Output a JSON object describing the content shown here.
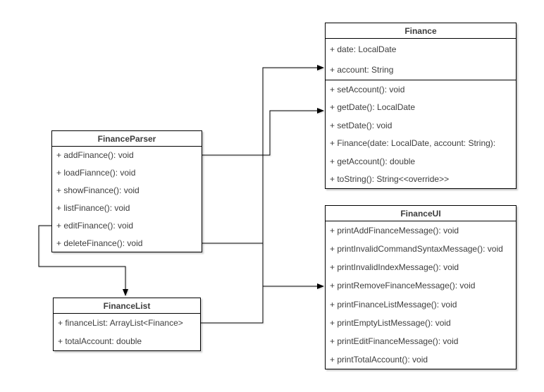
{
  "diagram": {
    "kind": "uml-class-diagram",
    "classes": [
      {
        "title": "FinanceParser",
        "attributes": [],
        "methods": [
          "+ addFinance(): void",
          "+ loadFiannce(): void",
          "+ showFinance(): void",
          "+ listFinance(): void",
          "+ editFinance(): void",
          "+ deleteFinance(): void"
        ]
      },
      {
        "title": "Finance",
        "attributes": [
          "+ date: LocalDate",
          "+ account: String"
        ],
        "methods": [
          "+ setAccount(): void",
          "+ getDate(): LocalDate",
          "+ setDate(): void",
          "+ Finance(date: LocalDate, account: String):",
          "+ getAccount(): double",
          "+ toString(): String<<override>>"
        ]
      },
      {
        "title": "FinanceUI",
        "attributes": [],
        "methods": [
          "+ printAddFinanceMessage(): void",
          "+ printInvalidCommandSyntaxMessage(): void",
          "+ printInvalidIndexMessage(): void",
          "+ printRemoveFinanceMessage(): void",
          "+ printFinanceListMessage(): void",
          "+ printEmptyListMessage(): void",
          "+ printEditFinanceMessage(): void",
          "+ printTotalAccount(): void"
        ]
      },
      {
        "title": "FinanceList",
        "attributes": [
          "+ financeList: ArrayList<Finance>",
          "+ totalAccount: double"
        ],
        "methods": []
      }
    ],
    "relations": [
      {
        "from": "FinanceParser",
        "to": "Finance",
        "arrowhead": "filled-triangle"
      },
      {
        "from": "FinanceParser",
        "to": "Finance",
        "arrowhead": "filled-triangle"
      },
      {
        "from": "FinanceParser",
        "to": "FinanceUI",
        "arrowhead": "filled-triangle"
      },
      {
        "from": "FinanceList",
        "to": "FinanceUI",
        "arrowhead": "filled-triangle"
      },
      {
        "from": "FinanceParser",
        "to": "FinanceList",
        "arrowhead": "filled-triangle"
      }
    ],
    "colors": {
      "box_fill": "#ffffff",
      "box_border": "#000000",
      "edge": "#000000",
      "text": "#3d3d3d",
      "background": "#ffffff"
    }
  }
}
